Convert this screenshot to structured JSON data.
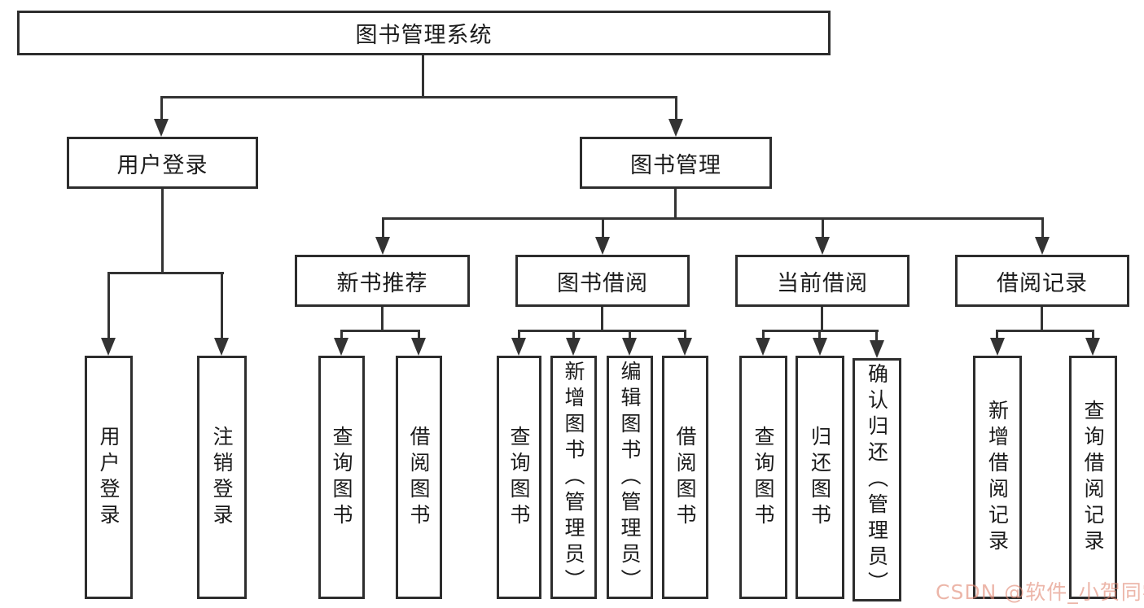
{
  "tree": {
    "root": "图书管理系统",
    "level2": [
      "用户登录",
      "图书管理"
    ],
    "level3": [
      "新书推荐",
      "图书借阅",
      "当前借阅",
      "借阅记录"
    ],
    "leaves": {
      "login": [
        "用户登录",
        "注销登录"
      ],
      "recommend": [
        "查询图书",
        "借阅图书"
      ],
      "borrow": [
        "查询图书",
        "新增图书（管理员）",
        "编辑图书（管理员）",
        "借阅图书"
      ],
      "current": [
        "查询图书",
        "归还图书",
        "确认归还（管理员）"
      ],
      "records": [
        "新增借阅记录",
        "查询借阅记录"
      ]
    }
  },
  "watermark": {
    "text": "CSDN @软件_小贺同学",
    "color": "#e18a76"
  },
  "colors": {
    "line": "#333333",
    "box_border": "#2d2d2d",
    "text": "#1b1b1b",
    "background": "#ffffff"
  }
}
